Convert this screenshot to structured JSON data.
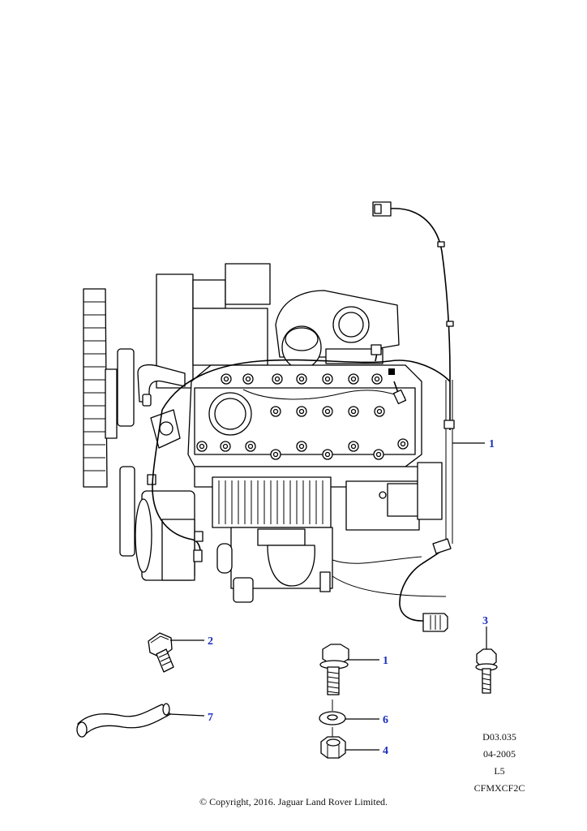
{
  "callouts": {
    "c1_harness": "1",
    "c1_bolt": "1",
    "c2": "2",
    "c3": "3",
    "c4": "4",
    "c6": "6",
    "c7": "7"
  },
  "reference": {
    "diagram_code": "D03.035",
    "date": "04-2005",
    "line": "L5",
    "catalog_code": "CFMXCF2C"
  },
  "copyright": "© Copyright, 2016. Jaguar Land Rover Limited.",
  "colors": {
    "callout": "#1a2fc0",
    "line": "#000000",
    "background": "#ffffff"
  }
}
